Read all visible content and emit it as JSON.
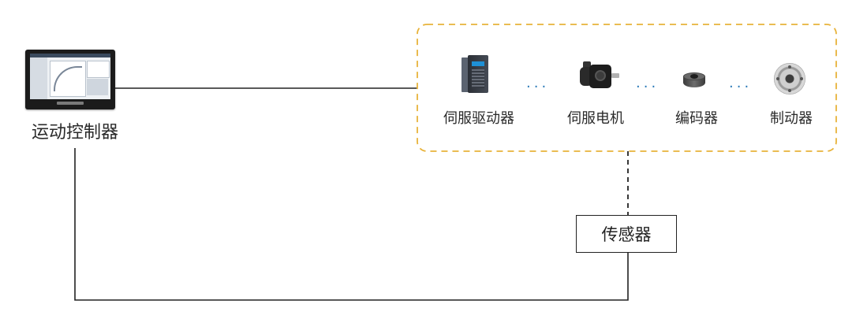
{
  "controller": {
    "label": "运动控制器"
  },
  "group": {
    "border_color": "#e8b33a",
    "components": [
      {
        "label": "伺服驱动器",
        "icon": "servo-drive-icon"
      },
      {
        "label": "伺服电机",
        "icon": "servo-motor-icon"
      },
      {
        "label": "编码器",
        "icon": "encoder-icon"
      },
      {
        "label": "制动器",
        "icon": "brake-icon"
      }
    ],
    "separator": "···"
  },
  "sensor": {
    "label": "传感器"
  },
  "colors": {
    "line": "#222222",
    "dots": "#2b7bb8",
    "group_border": "#e8b33a"
  }
}
